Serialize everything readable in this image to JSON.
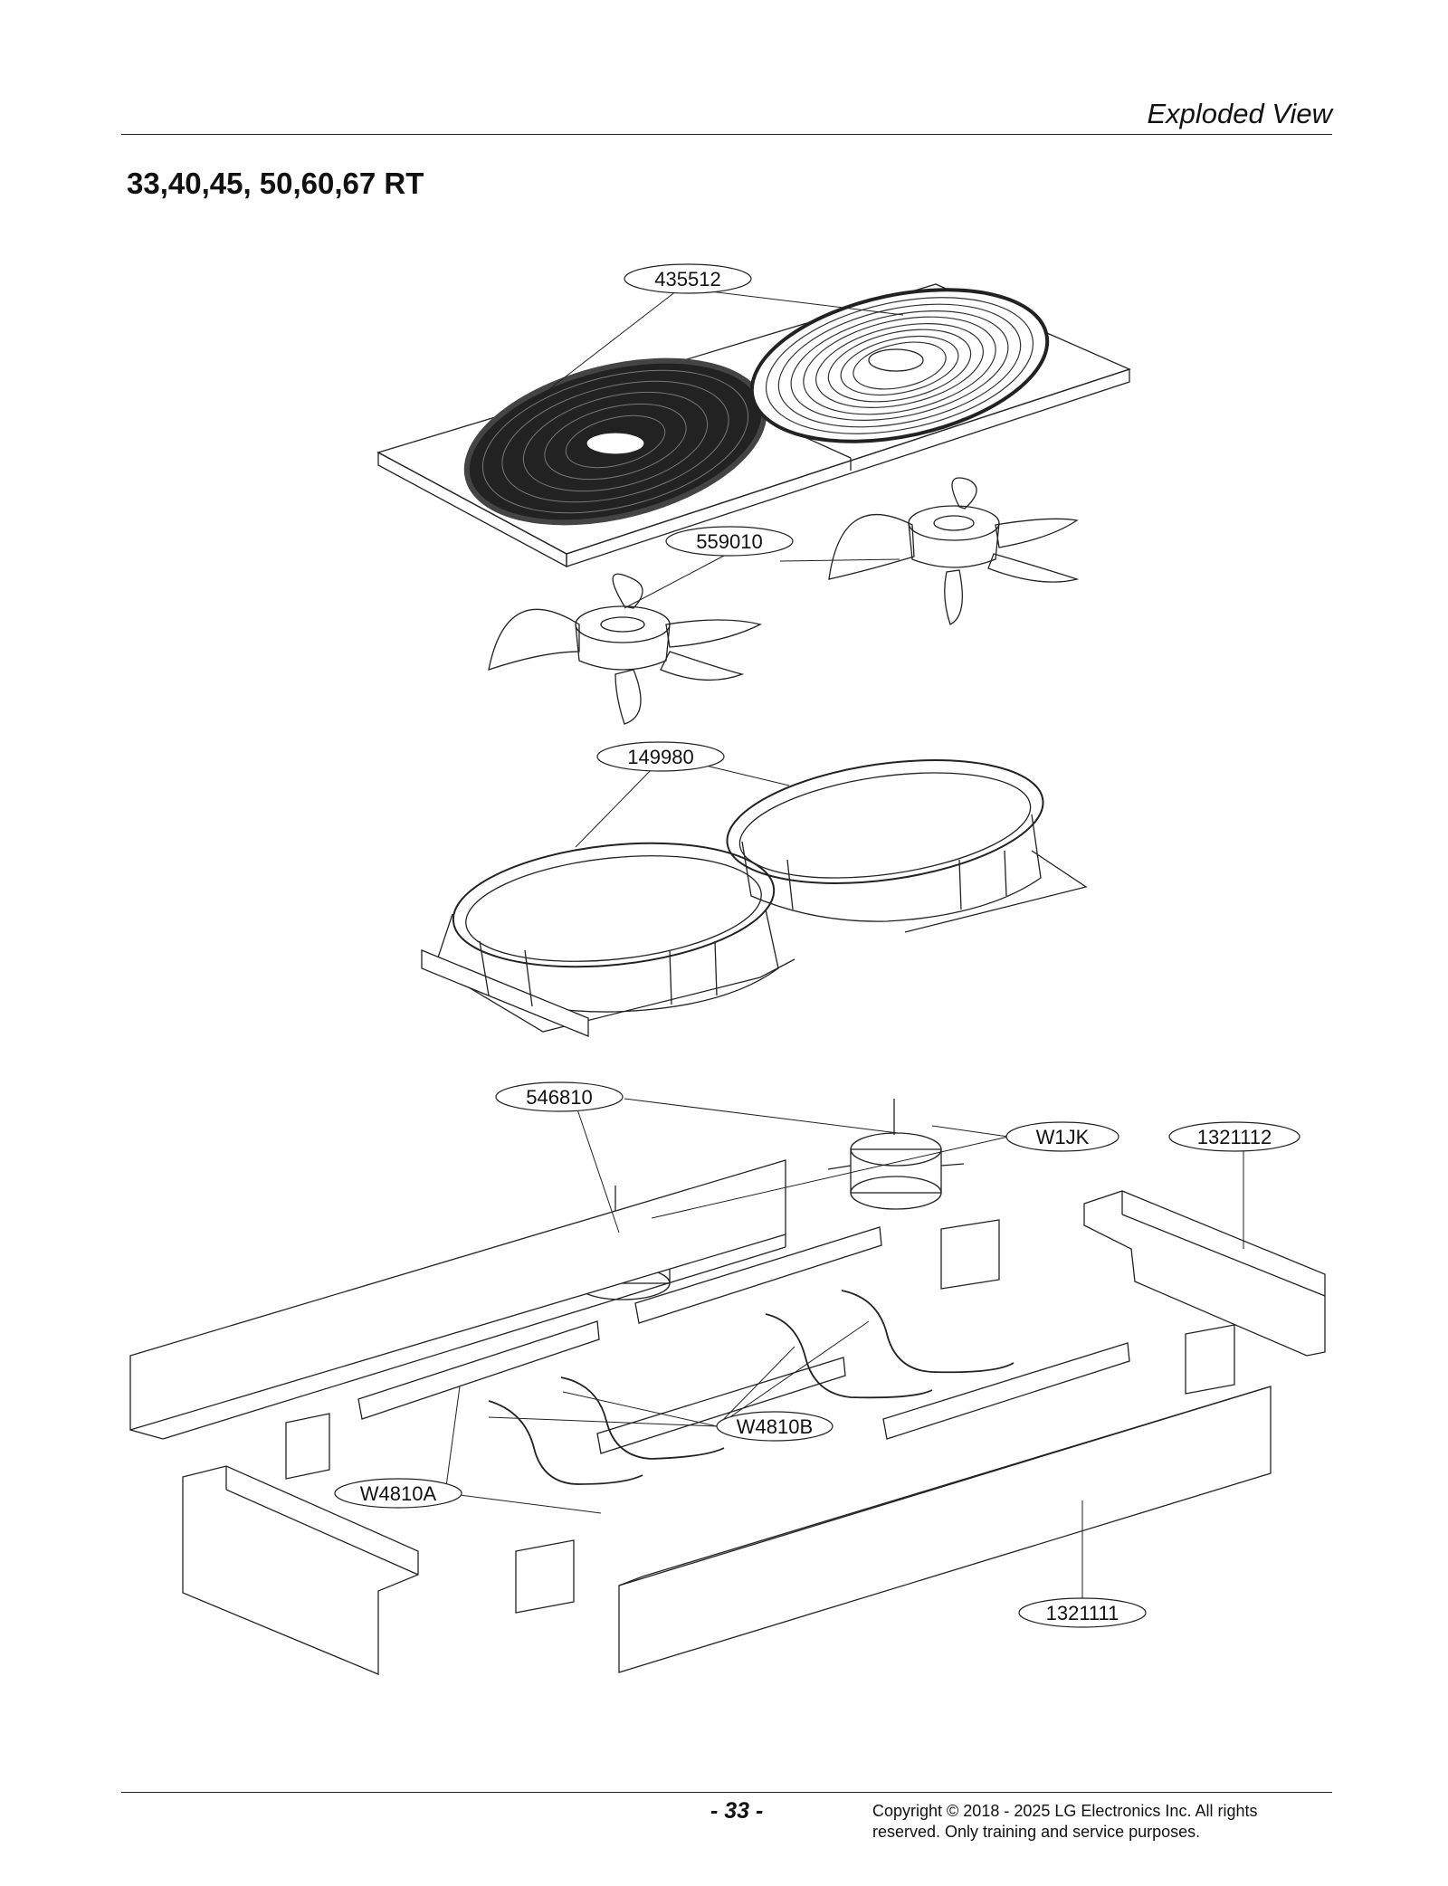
{
  "header": {
    "section": "Exploded View"
  },
  "model": {
    "title": "33,40,45, 50,60,67 RT"
  },
  "parts": [
    {
      "id": "435512"
    },
    {
      "id": "559010"
    },
    {
      "id": "149980"
    },
    {
      "id": "546810"
    },
    {
      "id": "W1JK"
    },
    {
      "id": "1321112"
    },
    {
      "id": "W4810B"
    },
    {
      "id": "W4810A"
    },
    {
      "id": "1321111"
    }
  ],
  "footer": {
    "page": "- 33 -",
    "copyright_line1": "Copyright © 2018 - 2025 LG Electronics Inc. All rights",
    "copyright_line2": "reserved. Only training and service purposes."
  }
}
